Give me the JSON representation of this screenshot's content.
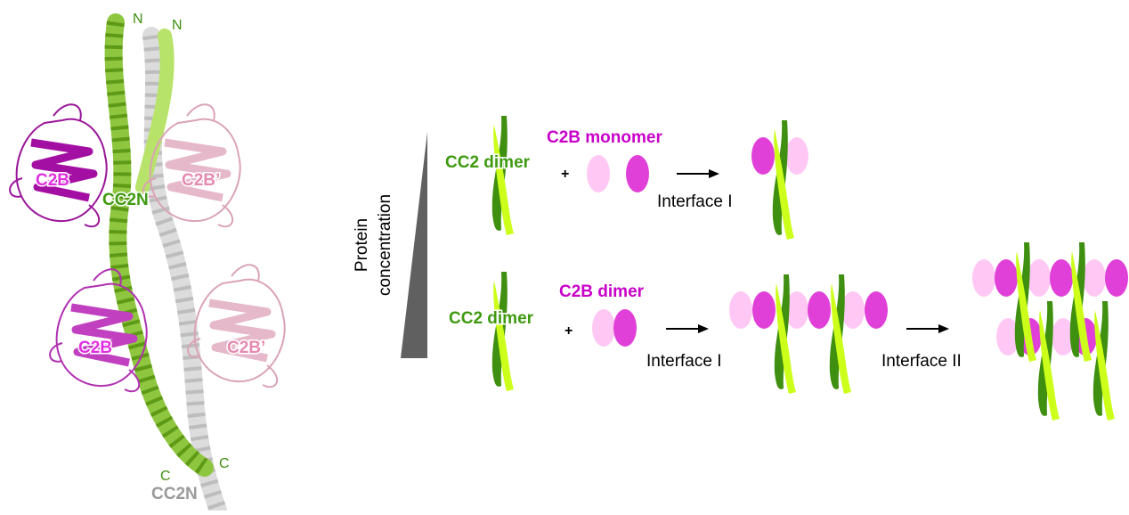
{
  "structure": {
    "n_term_1": "N",
    "n_term_2": "N",
    "c_term_1": "C",
    "c_term_2": "C",
    "c2b_left_top": "C2B",
    "c2b_right_top": "C2B’",
    "cc2n_green": "CC2N",
    "c2b_left_bottom": "C2B",
    "c2b_right_bottom": "C2B’",
    "cc2n_grey": "CC2N"
  },
  "axis": {
    "label_line1": "Protein",
    "label_line2": "concentration"
  },
  "row1": {
    "cc2_label": "CC2 dimer",
    "plus": "+",
    "c2b_label": "C2B monomer",
    "interface_label": "Interface I"
  },
  "row2": {
    "cc2_label": "CC2 dimer",
    "plus": "+",
    "c2b_label": "C2B dimer",
    "interface1_label": "Interface I",
    "interface2_label": "Interface II"
  },
  "colors": {
    "green_dark": "#3f8f10",
    "green_mid": "#7fb51d",
    "green_light": "#ccff1a",
    "magenta": "#e040d8",
    "magenta_text": "#c800c8",
    "pink_light": "#ffc8f4",
    "pink_text": "#e58ab0",
    "grey": "#9a9a9a",
    "triangle": "#606060"
  }
}
